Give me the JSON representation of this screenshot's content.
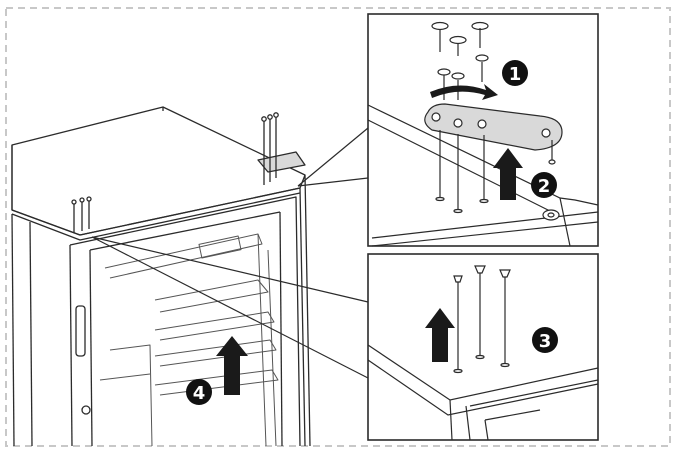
{
  "steps": [
    {
      "number": "1",
      "action": "rotate-hinge"
    },
    {
      "number": "2",
      "action": "lift-hinge"
    },
    {
      "number": "3",
      "action": "lift-screws"
    },
    {
      "number": "4",
      "action": "lift-door"
    }
  ],
  "colors": {
    "line": "#2b2b2b",
    "frame_dash": "#c8c8c8",
    "callout_bg": "#ffffff",
    "hinge_fill": "#d9d9d9",
    "arrow": "#1a1a1a",
    "badge": "#111111"
  },
  "icons": {
    "rotate": "curved-arrow-icon",
    "lift": "up-arrow-icon",
    "step_badge": "numbered-circle-icon"
  }
}
